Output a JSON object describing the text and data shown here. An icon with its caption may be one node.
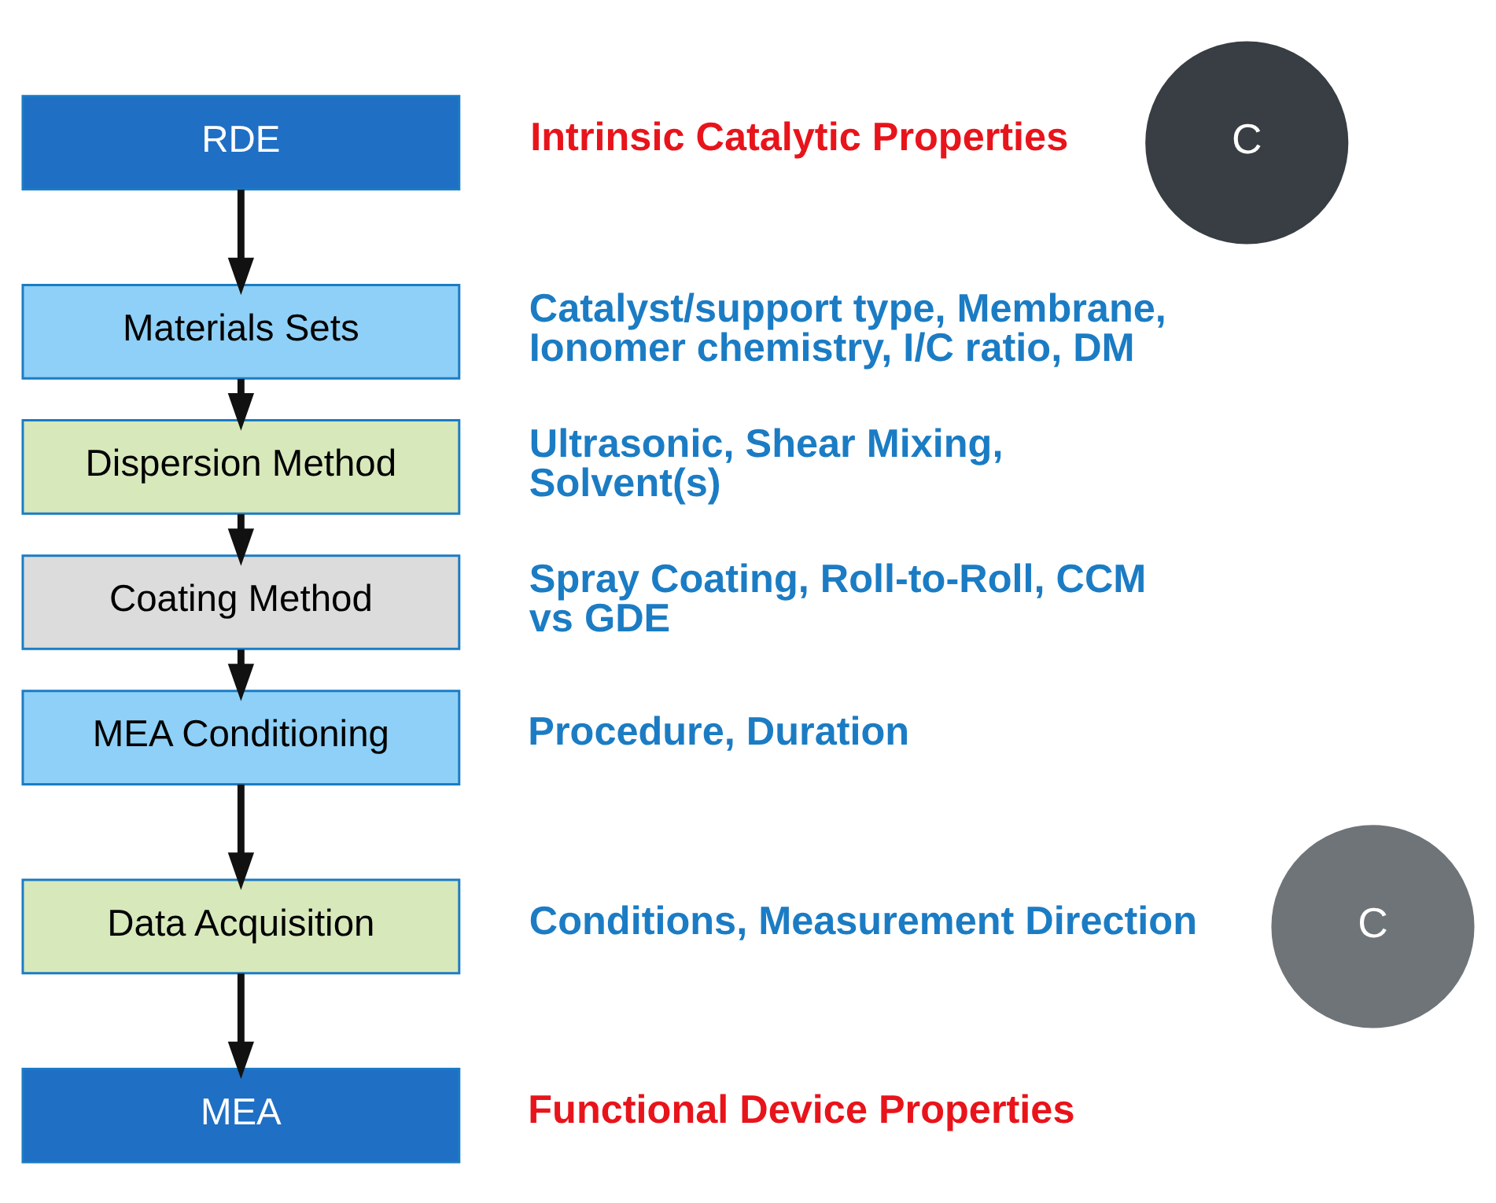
{
  "diagram": {
    "nodes": [
      {
        "text": [
          "RDE"
        ],
        "beside": [
          "Intrinsic Catalytic Properties"
        ]
      },
      {
        "text": [
          "Materials Sets"
        ],
        "beside": [
          "Catalyst/support type, Membrane, Ionomer chemistry, I/C ratio, DM"
        ]
      },
      {
        "text": [
          "Dispersion Method"
        ],
        "beside": [
          "Ultrasonic, Shear Mixing, Solvent(s)"
        ]
      },
      {
        "text": [
          "Coating Method"
        ],
        "beside": [
          "Spray Coating, Roll-to-Roll, CCM vs GDE"
        ]
      },
      {
        "text": [
          "MEA Conditioning"
        ],
        "beside": [
          "Procedure, Duration"
        ]
      },
      {
        "text": [
          "Data Acquisition"
        ],
        "beside": [
          "Conditions, Measurement Direction"
        ]
      },
      {
        "text": [
          "MEA"
        ],
        "beside": [
          "Functional Device Properties"
        ]
      },
      {
        "text": [
          "C"
        ]
      },
      {
        "text": [
          "C"
        ]
      }
    ],
    "edges": [
      {
        "from": 0,
        "to": 1,
        "arrow": "to"
      },
      {
        "from": 1,
        "to": 2,
        "arrow": "to"
      },
      {
        "from": 2,
        "to": 3,
        "arrow": "to"
      },
      {
        "from": 3,
        "to": 4,
        "arrow": "to"
      },
      {
        "from": 4,
        "to": 5,
        "arrow": "to"
      },
      {
        "from": 5,
        "to": 6,
        "arrow": "to"
      }
    ]
  }
}
